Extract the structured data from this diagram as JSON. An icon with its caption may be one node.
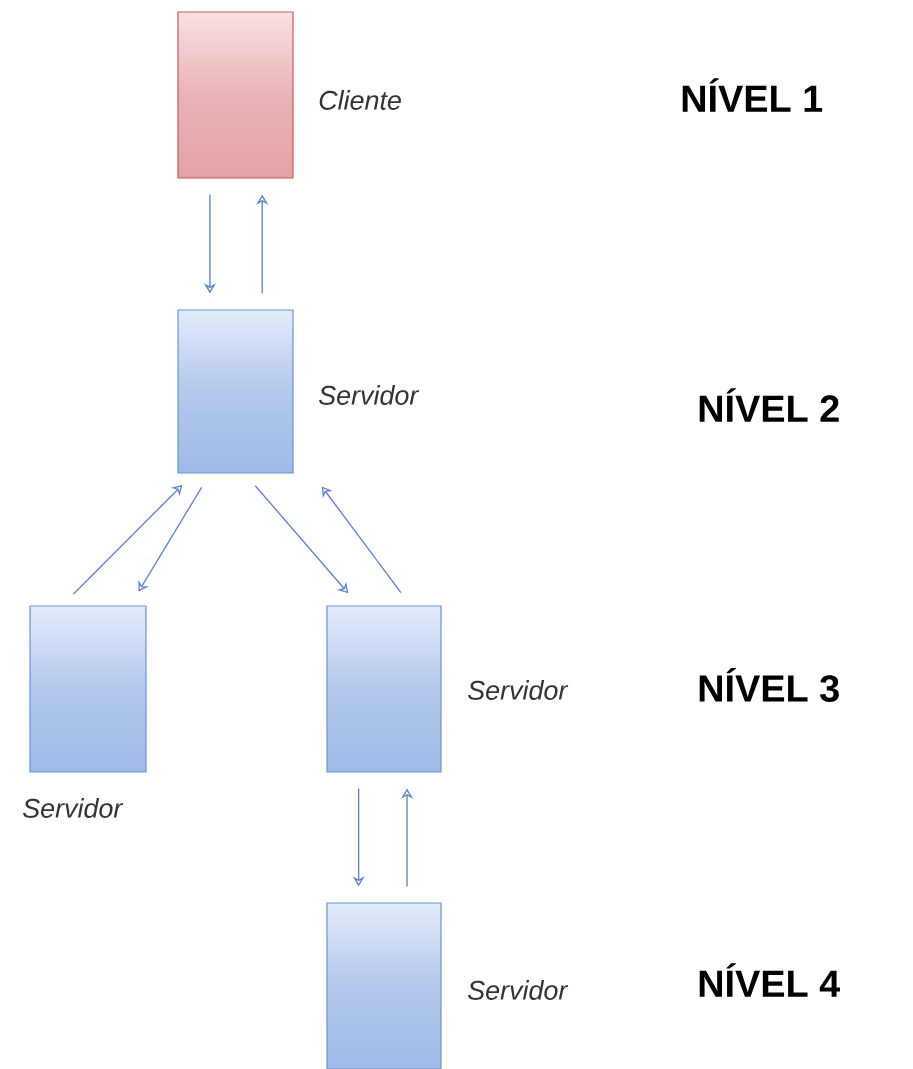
{
  "diagram": {
    "nodes": [
      {
        "text": [],
        "shape": "box",
        "beside": [
          "Cliente"
        ]
      },
      {
        "text": [],
        "shape": "box",
        "beside": [
          "Servidor"
        ]
      },
      {
        "text": [],
        "shape": "box",
        "beside": [
          "Servidor"
        ]
      },
      {
        "text": [],
        "shape": "box",
        "beside": [
          "Servidor"
        ]
      },
      {
        "text": [],
        "shape": "box",
        "beside": [
          "Servidor"
        ]
      }
    ],
    "edges": [
      {
        "from": 0,
        "to": 1,
        "arrow": "to"
      },
      {
        "from": 1,
        "to": 0,
        "arrow": "to"
      },
      {
        "from": 1,
        "to": 2,
        "arrow": "to"
      },
      {
        "from": 2,
        "to": 1,
        "arrow": "to"
      },
      {
        "from": 1,
        "to": 3,
        "arrow": "to"
      },
      {
        "from": 3,
        "to": 1,
        "arrow": "to"
      },
      {
        "from": 3,
        "to": 4,
        "arrow": "to"
      },
      {
        "from": 4,
        "to": 3,
        "arrow": "to"
      }
    ],
    "labels": [
      "NÍVEL 1",
      "NÍVEL 2",
      "NÍVEL 3",
      "NÍVEL 4"
    ]
  }
}
